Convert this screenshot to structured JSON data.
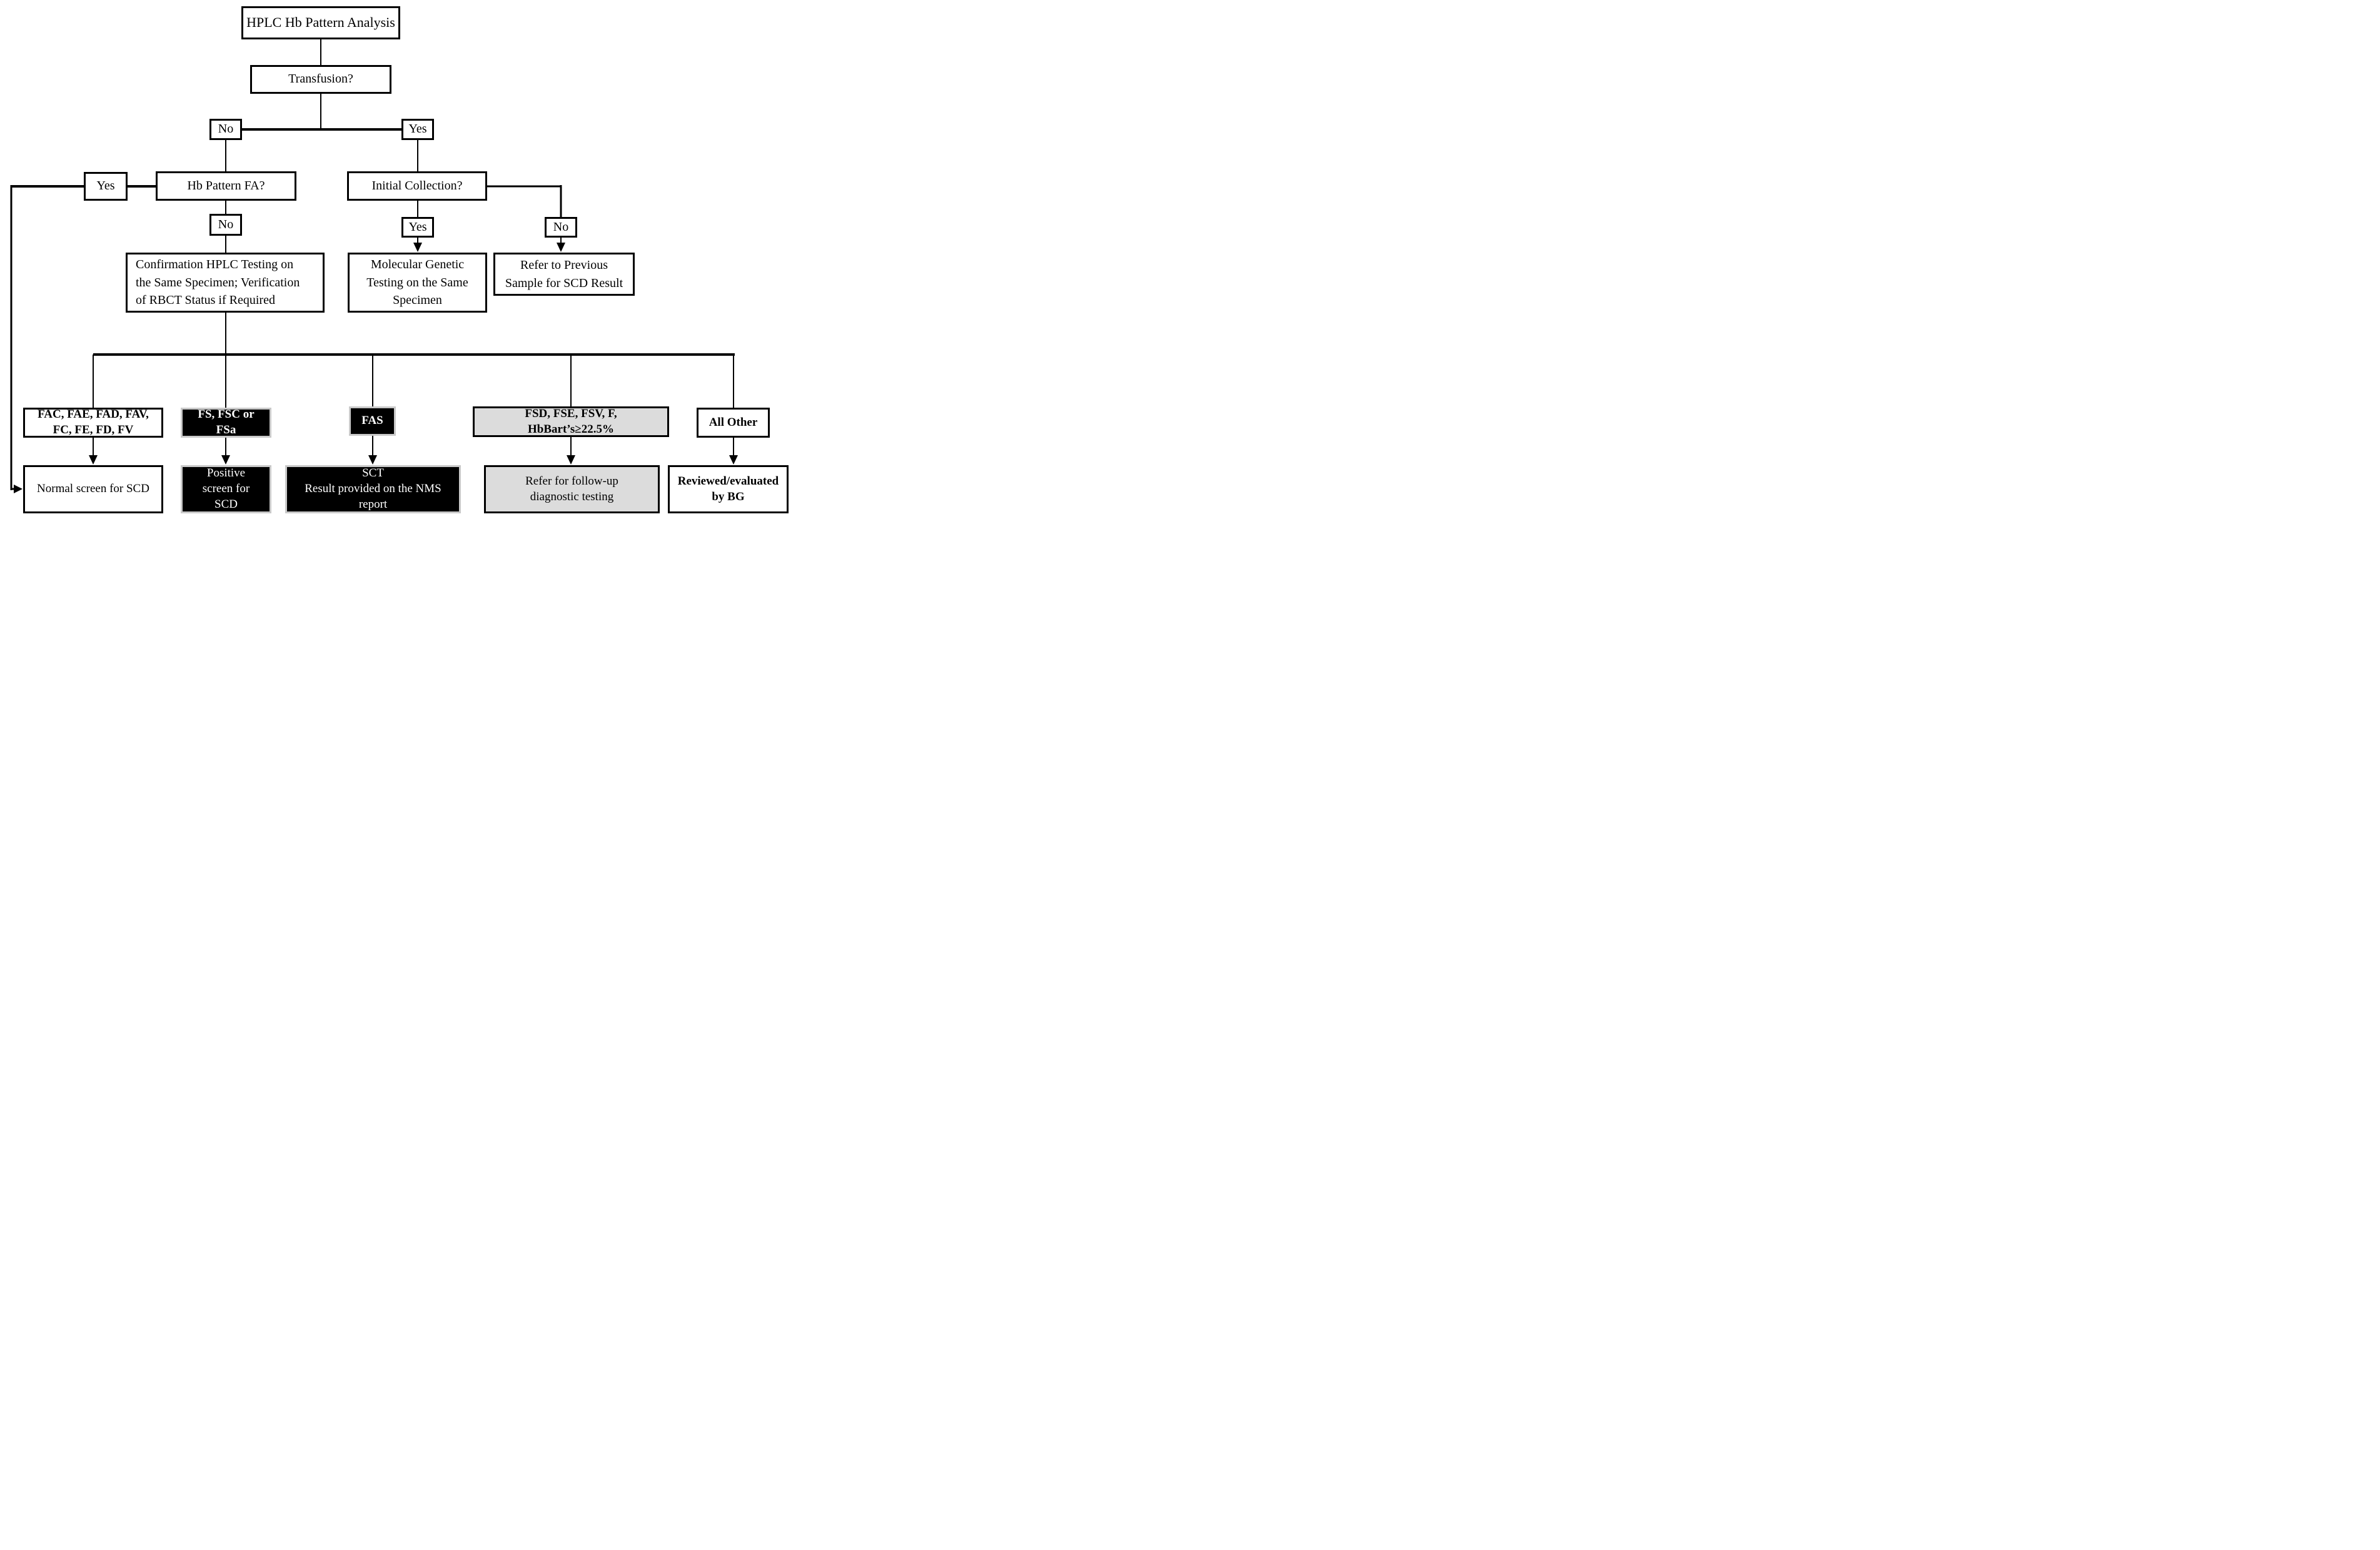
{
  "figure": {
    "title": "HPLC Hb Pattern Analysis flowchart",
    "colors": {
      "background": "#ffffff",
      "line": "#000000",
      "black_node_fill": "#000000",
      "black_node_border": "#c9c9c9",
      "black_node_text": "#ffffff",
      "gray_node_fill": "#dcdcdc",
      "white_node_border": "#000000"
    }
  },
  "nodes": {
    "hplc": "HPLC Hb Pattern Analysis",
    "transfusion": "Transfusion?",
    "transfusion_no": "No",
    "transfusion_yes": "Yes",
    "hb_pattern_fa_yes": "Yes",
    "hb_pattern_fa": "Hb Pattern FA?",
    "initial_collection": "Initial Collection?",
    "hb_pattern_fa_no": "No",
    "initial_collection_yes": "Yes",
    "initial_collection_no": "No",
    "confirmation": "Confirmation HPLC Testing on\nthe Same Specimen; Verification\nof RBCT Status if Required",
    "molecular_genetic": "Molecular Genetic\nTesting on the Same\nSpecimen",
    "refer_previous": "Refer to Previous\nSample for SCD Result",
    "pattern_fac_group": "FAC, FAE, FAD, FAV,\nFC, FE, FD, FV",
    "pattern_fs_group": "FS, FSC or\nFSa",
    "pattern_fas": "FAS",
    "pattern_fsd_group": "FSD, FSE, FSV, F,\nHbBart’s≥22.5%",
    "pattern_all_other": "All Other",
    "outcome_normal_screen": "Normal screen for SCD",
    "outcome_positive_screen": "Positive\nscreen for\nSCD",
    "outcome_sct": "SCT\nResult provided on the NMS\nreport",
    "outcome_follow_up": "Refer for follow-up\ndiagnostic testing",
    "outcome_reviewed": "Reviewed/evaluated\nby BG"
  }
}
